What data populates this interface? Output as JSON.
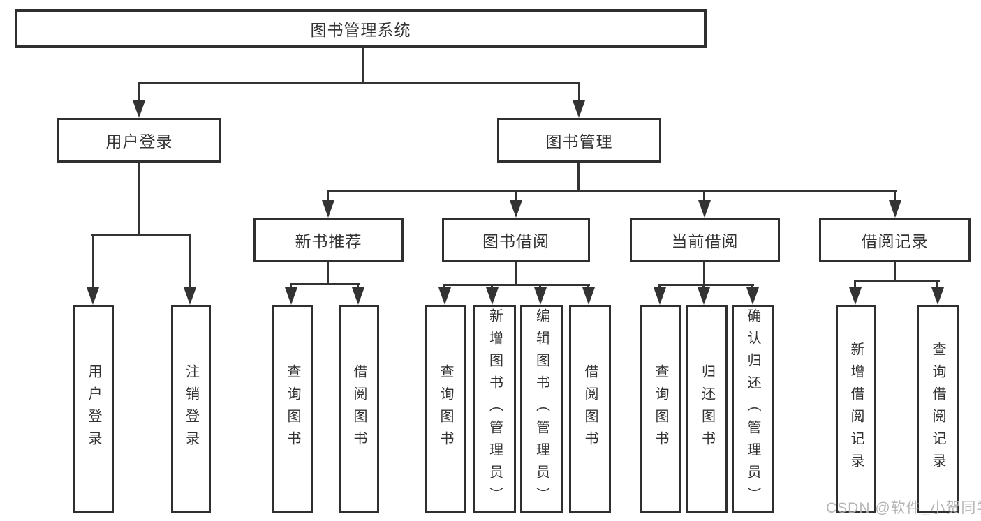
{
  "diagram": {
    "type": "hierarchy-tree",
    "root": {
      "label": "图书管理系统",
      "children": [
        {
          "label": "用户登录",
          "children": [
            {
              "label": "用户登录"
            },
            {
              "label": "注销登录"
            }
          ]
        },
        {
          "label": "图书管理",
          "children": [
            {
              "label": "新书推荐",
              "children": [
                {
                  "label": "查询图书"
                },
                {
                  "label": "借阅图书"
                }
              ]
            },
            {
              "label": "图书借阅",
              "children": [
                {
                  "label": "查询图书"
                },
                {
                  "label": "新增图书（管理员）"
                },
                {
                  "label": "编辑图书（管理员）"
                },
                {
                  "label": "借阅图书"
                }
              ]
            },
            {
              "label": "当前借阅",
              "children": [
                {
                  "label": "查询图书"
                },
                {
                  "label": "归还图书"
                },
                {
                  "label": "确认归还（管理员）"
                }
              ]
            },
            {
              "label": "借阅记录",
              "children": [
                {
                  "label": "新增借阅记录"
                },
                {
                  "label": "查询借阅记录"
                }
              ]
            }
          ]
        }
      ]
    },
    "colors": {
      "line": "#333333",
      "box_border": "#2f2f2f",
      "text": "#333333",
      "background": "#ffffff",
      "watermark_text": "#b0b0b0"
    }
  },
  "watermark": {
    "text": "CSDN @软件_小贺同学"
  }
}
